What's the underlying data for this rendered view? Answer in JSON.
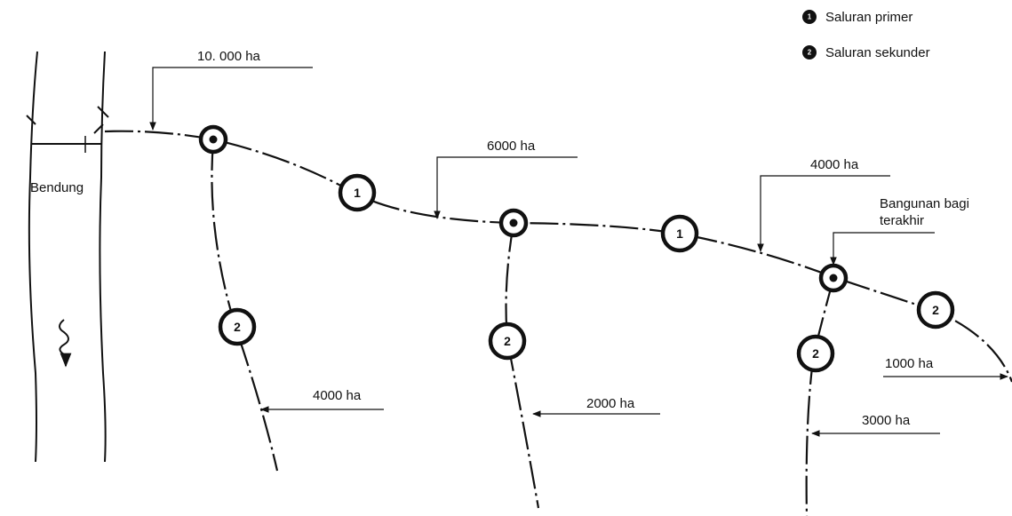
{
  "legend": {
    "primary": {
      "symbol": "1",
      "label": "Saluran primer"
    },
    "secondary": {
      "symbol": "2",
      "label": "Saluran sekunder"
    }
  },
  "weir_label": "Bendung",
  "last_structure_label": [
    "Bangunan bagi",
    "terakhir"
  ],
  "area_labels": {
    "intake": "10. 000 ha",
    "primary_mid": "6000 ha",
    "primary_end": "4000 ha",
    "secondary_1": "4000 ha",
    "secondary_2": "2000 ha",
    "secondary_3": "3000 ha",
    "secondary_4": "1000 ha"
  },
  "channel_marks": {
    "primary": "1",
    "secondary": "2"
  },
  "colors": {
    "line": "#111111",
    "background": "#ffffff"
  }
}
